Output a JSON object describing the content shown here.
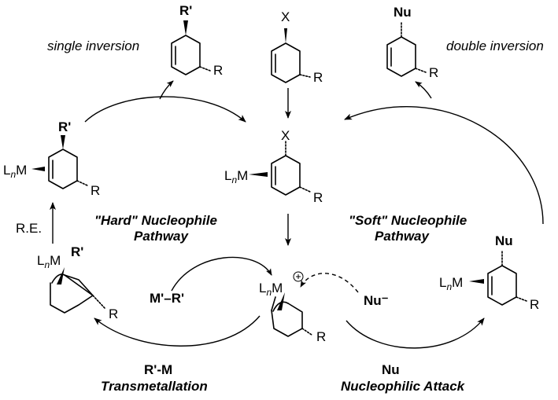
{
  "substrate": {
    "leaving_group": "X",
    "substituent": "R"
  },
  "complex_initial": {
    "metal": "L",
    "metal_sub": "n",
    "metal_tail": "M",
    "leaving_group": "X",
    "substituent": "R"
  },
  "pi_allyl": {
    "metal": "L",
    "metal_sub": "n",
    "metal_tail": "M",
    "charge": "⊕",
    "substituent": "R"
  },
  "hard_pathway": {
    "label_line1": "\"Hard\" Nucleophile",
    "label_line2": "Pathway",
    "transmetallation_reagent": "R'-M",
    "transmetallation_label": "Transmetallation",
    "reagent_left": "M'",
    "reagent_dash": "–",
    "reagent_right": "R'",
    "allyl_metal": "L",
    "allyl_metal_sub": "n",
    "allyl_metal_tail": "M",
    "allyl_r_prime": "R'",
    "allyl_substituent": "R",
    "re_label": "R.E.",
    "complex_metal": "L",
    "complex_metal_sub": "n",
    "complex_metal_tail": "M",
    "complex_r_prime": "R'",
    "complex_substituent": "R",
    "product_r_prime": "R'",
    "product_substituent": "R",
    "outcome": "single inversion"
  },
  "soft_pathway": {
    "label_line1": "\"Soft\" Nucleophile",
    "label_line2": "Pathway",
    "nucleophile_reagent": "Nu",
    "attack_label": "Nucleophilic Attack",
    "incoming_nu": "Nu⁻",
    "complex_metal": "L",
    "complex_metal_sub": "n",
    "complex_metal_tail": "M",
    "complex_nu": "Nu",
    "complex_substituent": "R",
    "product_nu": "Nu",
    "product_substituent": "R",
    "outcome": "double inversion"
  }
}
